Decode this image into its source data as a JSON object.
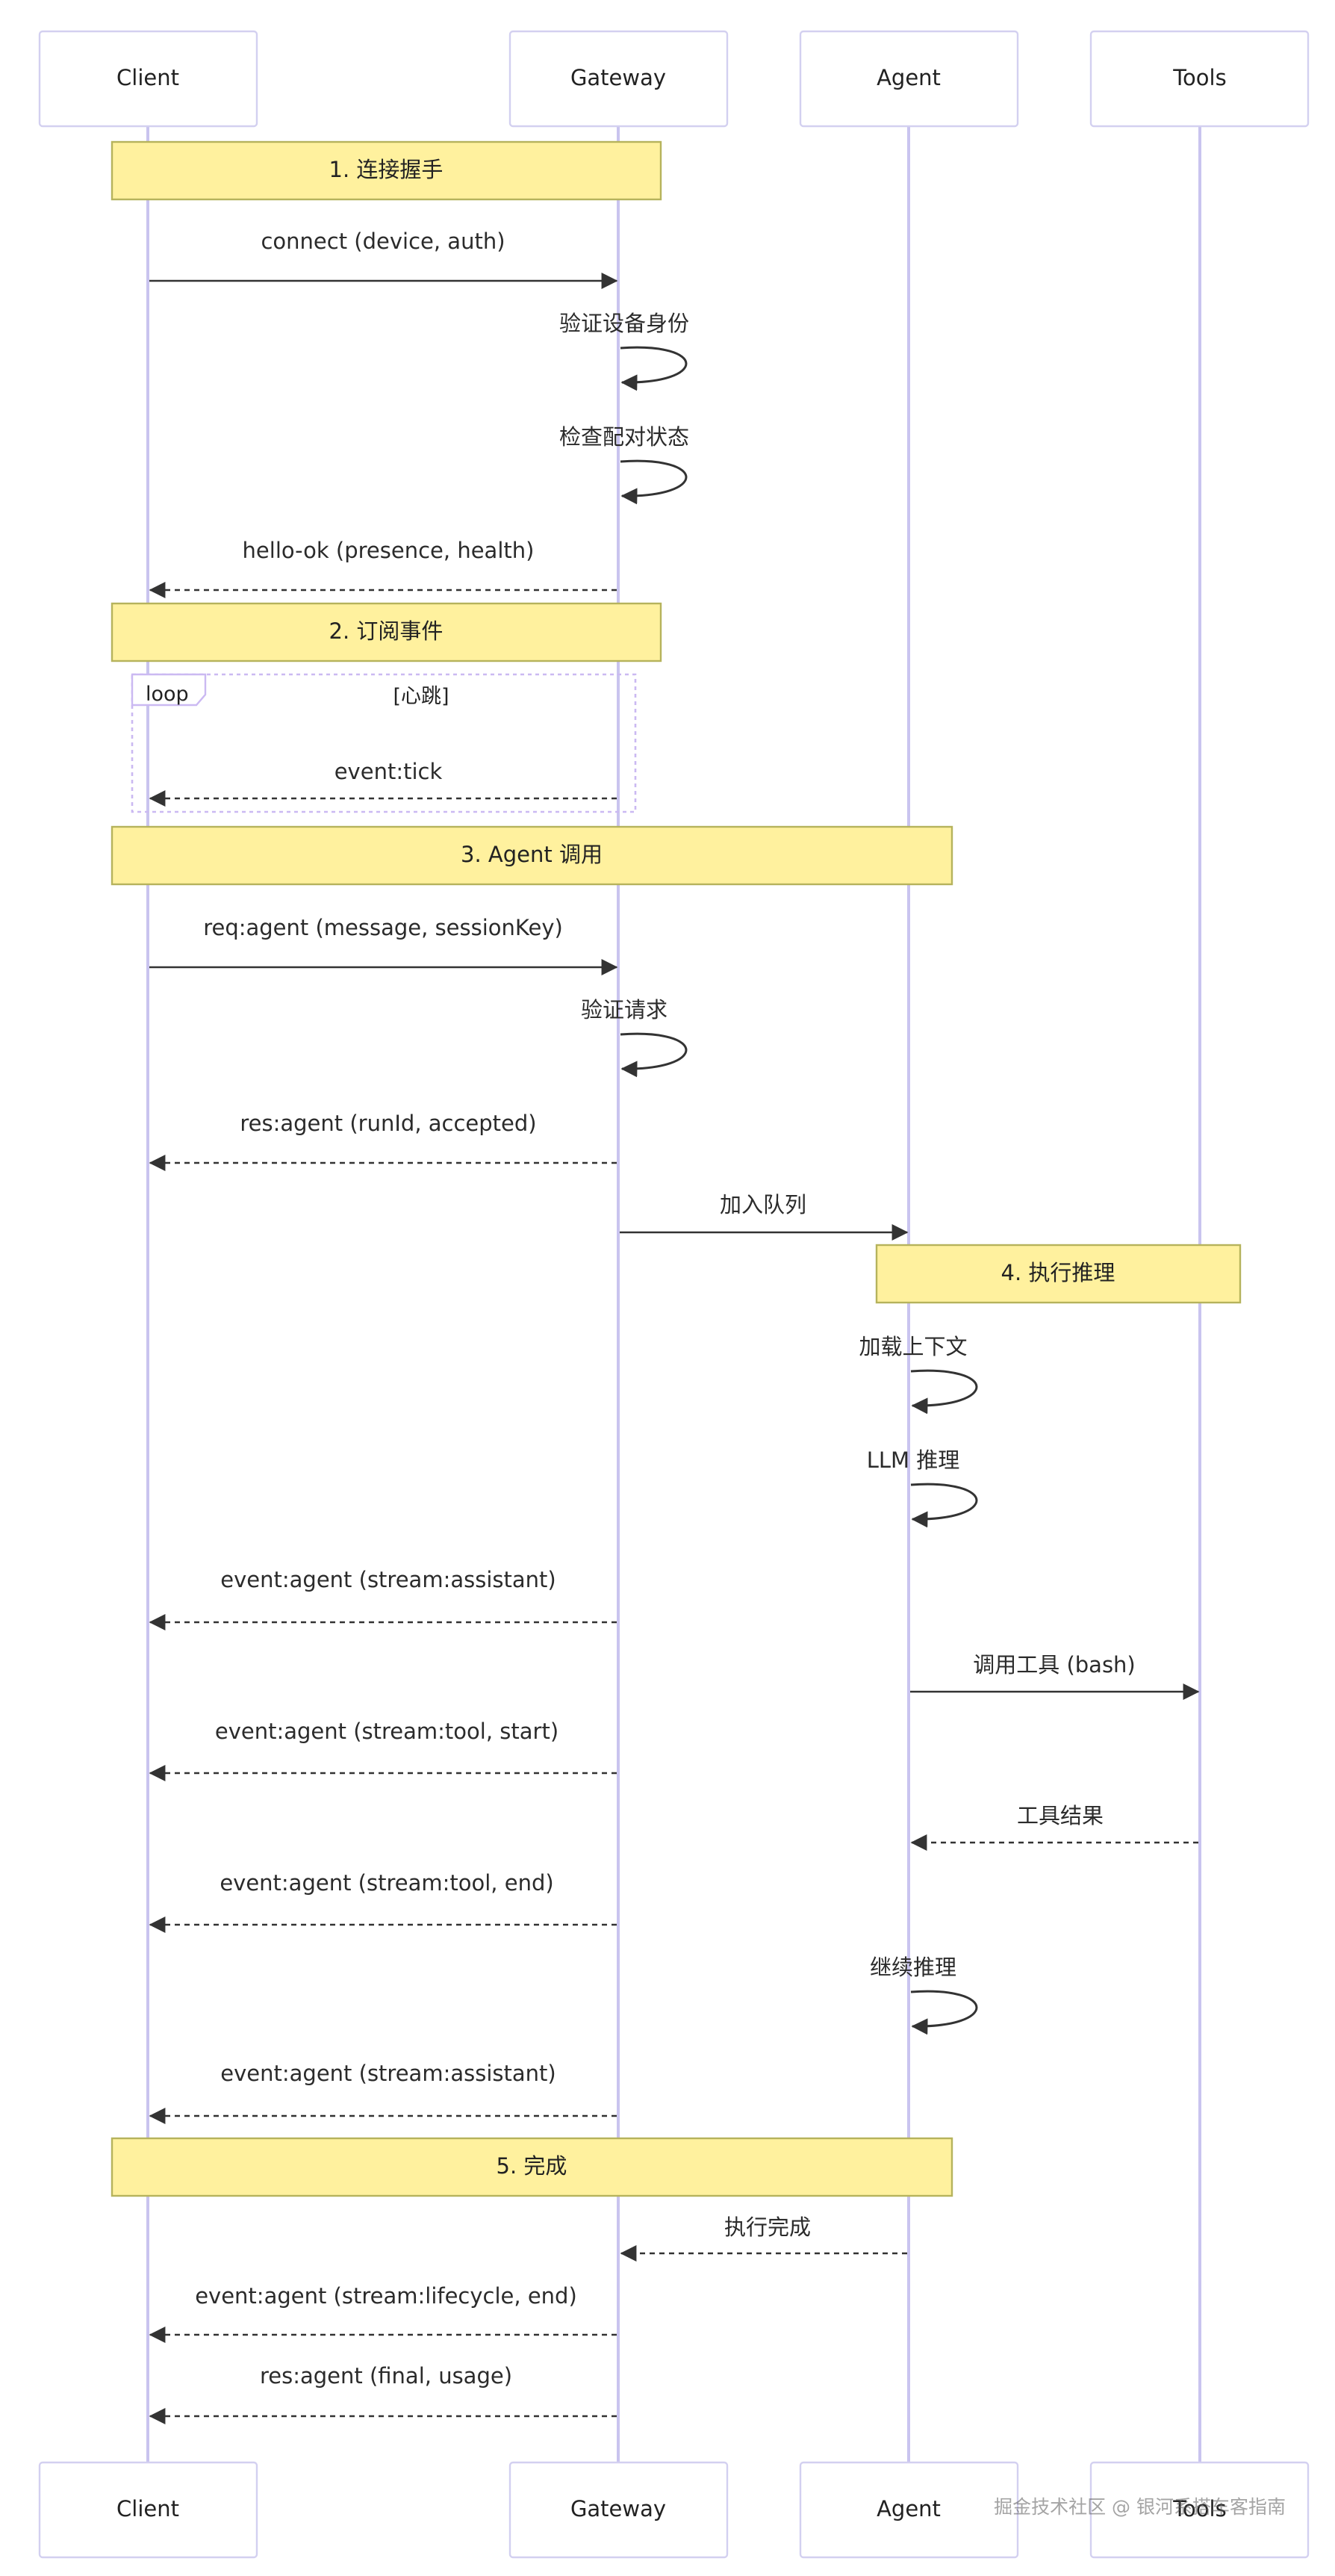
{
  "actors": [
    {
      "id": "client",
      "label": "Client"
    },
    {
      "id": "gateway",
      "label": "Gateway"
    },
    {
      "id": "agent",
      "label": "Agent"
    },
    {
      "id": "tools",
      "label": "Tools"
    }
  ],
  "notes": [
    {
      "id": "note-1",
      "label": "1. 连接握手",
      "over": [
        "client",
        "gateway"
      ]
    },
    {
      "id": "note-2",
      "label": "2. 订阅事件",
      "over": [
        "client",
        "gateway"
      ]
    },
    {
      "id": "note-3",
      "label": "3. Agent 调用",
      "over": [
        "client",
        "agent"
      ]
    },
    {
      "id": "note-4",
      "label": "4. 执行推理",
      "over": [
        "agent",
        "tools"
      ]
    },
    {
      "id": "note-5",
      "label": "5. 完成",
      "over": [
        "client",
        "agent"
      ]
    }
  ],
  "loop": {
    "tag": "loop",
    "condition": "[心跳]"
  },
  "messages": [
    {
      "id": "m1",
      "from": "client",
      "to": "gateway",
      "label": "connect (device, auth)",
      "style": "solid"
    },
    {
      "id": "m2",
      "from": "gateway",
      "to": "gateway",
      "label": "验证设备身份",
      "style": "self"
    },
    {
      "id": "m3",
      "from": "gateway",
      "to": "gateway",
      "label": "检查配对状态",
      "style": "self"
    },
    {
      "id": "m4",
      "from": "gateway",
      "to": "client",
      "label": "hello-ok (presence, health)",
      "style": "dashed"
    },
    {
      "id": "m5",
      "from": "gateway",
      "to": "client",
      "label": "event:tick",
      "style": "dashed"
    },
    {
      "id": "m6",
      "from": "client",
      "to": "gateway",
      "label": "req:agent (message, sessionKey)",
      "style": "solid"
    },
    {
      "id": "m7",
      "from": "gateway",
      "to": "gateway",
      "label": "验证请求",
      "style": "self"
    },
    {
      "id": "m8",
      "from": "gateway",
      "to": "client",
      "label": "res:agent (runId, accepted)",
      "style": "dashed"
    },
    {
      "id": "m9",
      "from": "gateway",
      "to": "agent",
      "label": "加入队列",
      "style": "solid"
    },
    {
      "id": "m10",
      "from": "agent",
      "to": "agent",
      "label": "加载上下文",
      "style": "self"
    },
    {
      "id": "m11",
      "from": "agent",
      "to": "agent",
      "label": "LLM 推理",
      "style": "self"
    },
    {
      "id": "m12",
      "from": "gateway",
      "to": "client",
      "label": "event:agent (stream:assistant)",
      "style": "dashed"
    },
    {
      "id": "m13",
      "from": "agent",
      "to": "tools",
      "label": "调用工具 (bash)",
      "style": "solid"
    },
    {
      "id": "m14",
      "from": "gateway",
      "to": "client",
      "label": "event:agent (stream:tool, start)",
      "style": "dashed"
    },
    {
      "id": "m15",
      "from": "tools",
      "to": "agent",
      "label": "工具结果",
      "style": "dashed"
    },
    {
      "id": "m16",
      "from": "gateway",
      "to": "client",
      "label": "event:agent (stream:tool, end)",
      "style": "dashed"
    },
    {
      "id": "m17",
      "from": "agent",
      "to": "agent",
      "label": "继续推理",
      "style": "self"
    },
    {
      "id": "m18",
      "from": "gateway",
      "to": "client",
      "label": "event:agent (stream:assistant)",
      "style": "dashed"
    },
    {
      "id": "m19",
      "from": "agent",
      "to": "gateway",
      "label": "执行完成",
      "style": "dashed"
    },
    {
      "id": "m20",
      "from": "gateway",
      "to": "client",
      "label": "event:agent (stream:lifecycle, end)",
      "style": "dashed"
    },
    {
      "id": "m21",
      "from": "gateway",
      "to": "client",
      "label": "res:agent (final, usage)",
      "style": "dashed"
    }
  ],
  "watermark": "掘金技术社区 @ 银河系搭车客指南"
}
